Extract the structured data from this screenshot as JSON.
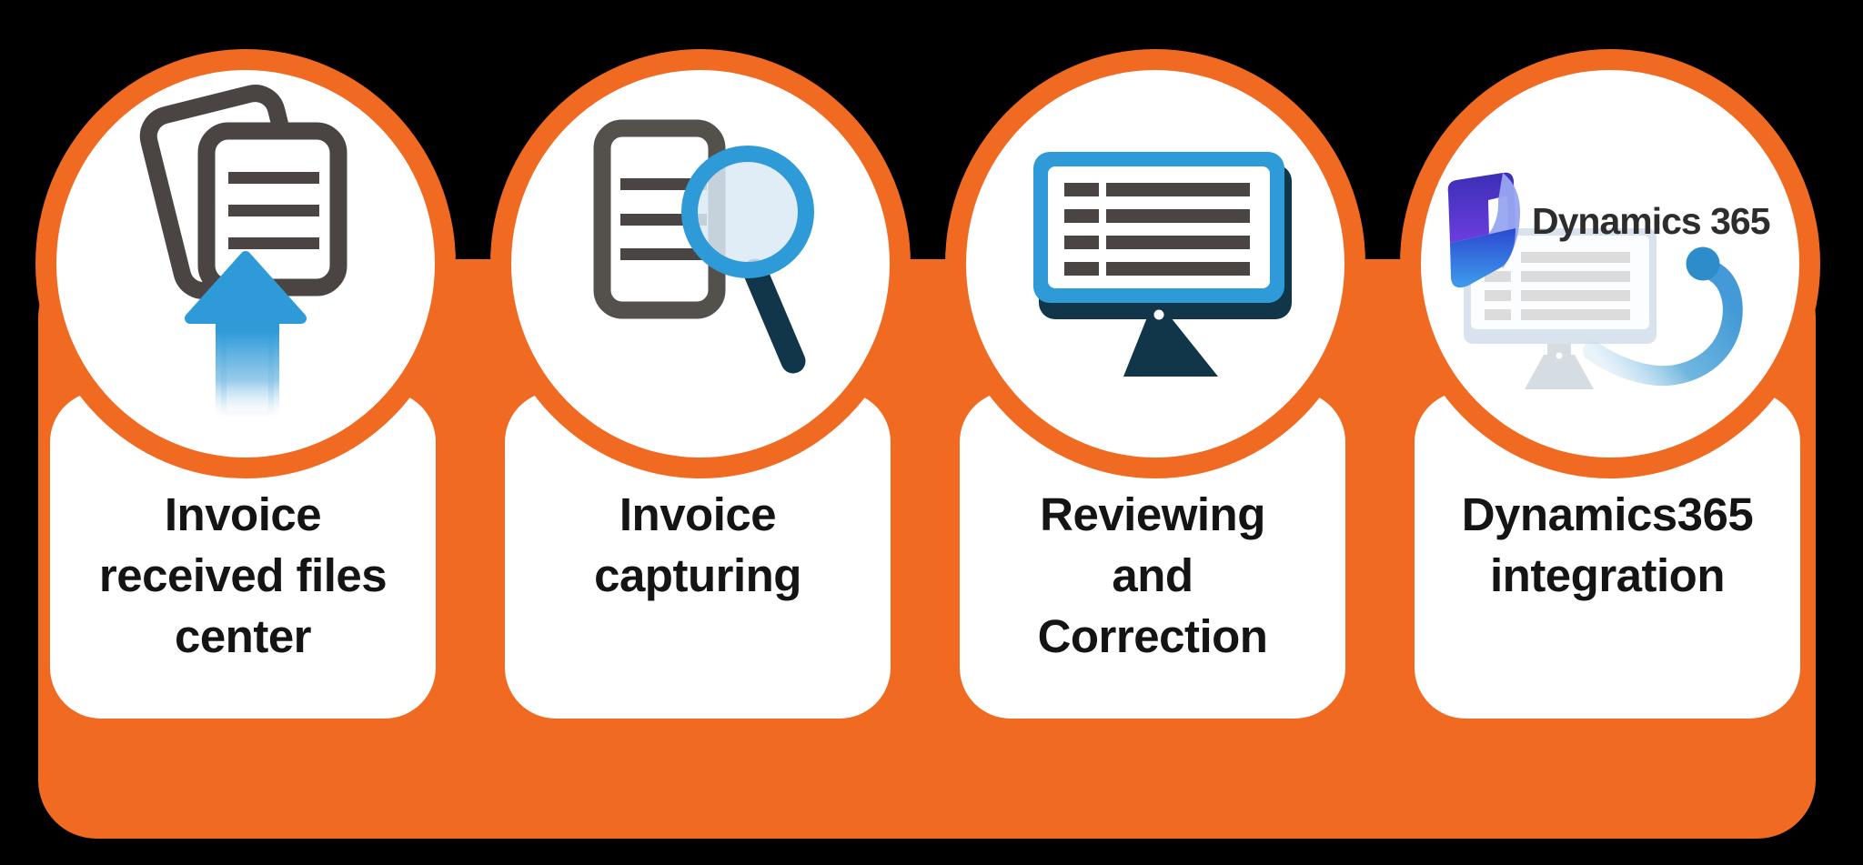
{
  "diagram": {
    "type": "process-flow-infographic",
    "background_color": "#000000",
    "band_color": "#F06A22",
    "card_color": "#FFFFFF",
    "label_color": "#141414",
    "accent_blue": "#2E9AD8",
    "navy": "#113549",
    "icon_gray": "#4A4542",
    "dynamics_logo_purple": "#5B3FD4",
    "steps": [
      {
        "icon": "documents-upload-icon",
        "label_lines": [
          "Invoice",
          "received files",
          "center"
        ]
      },
      {
        "icon": "document-magnifier-icon",
        "label_lines": [
          "Invoice",
          "capturing"
        ]
      },
      {
        "icon": "monitor-review-icon",
        "label_lines": [
          "Reviewing",
          "and",
          "Correction"
        ]
      },
      {
        "icon": "dynamics365-icon",
        "logo_text": "Dynamics 365",
        "label_lines": [
          "Dynamics365",
          "integration"
        ]
      }
    ]
  }
}
